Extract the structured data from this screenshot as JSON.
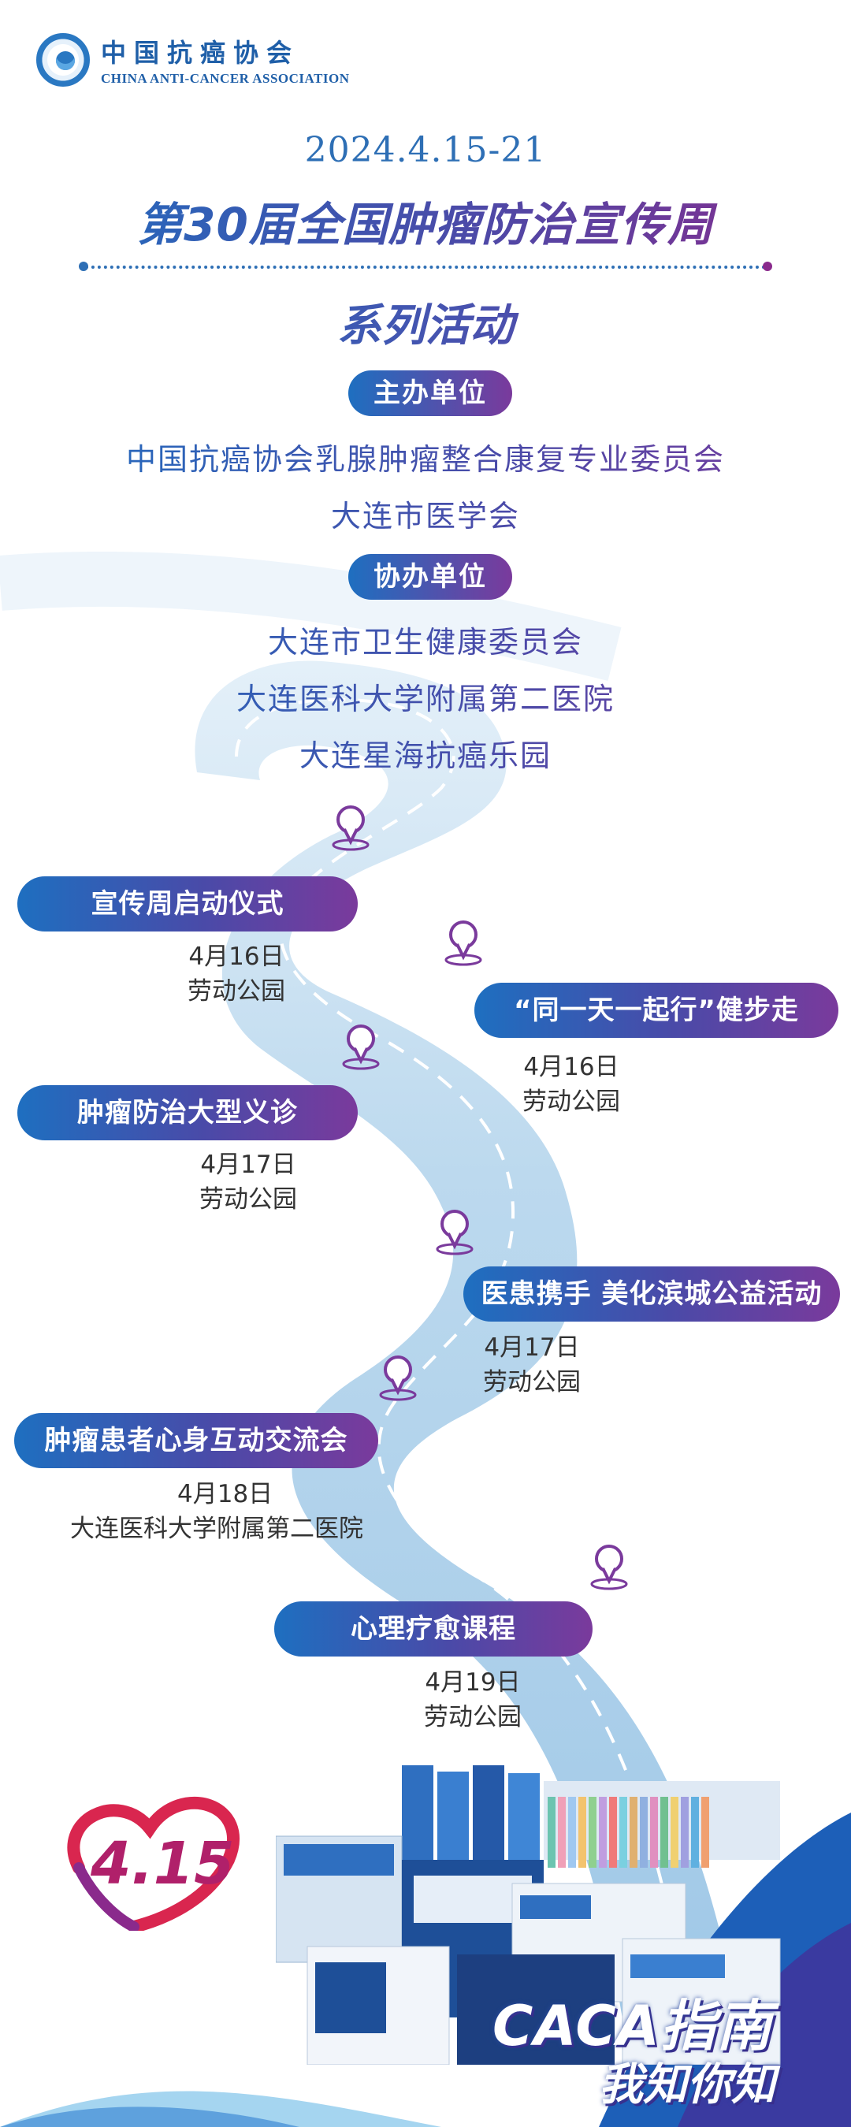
{
  "header": {
    "logo_cn": "中国抗癌协会",
    "logo_en": "CHINA ANTI-CANCER ASSOCIATION"
  },
  "hero": {
    "date": "2024.4.15-21",
    "title": "第30届全国肿瘤防治宣传周",
    "subtitle": "系列活动"
  },
  "organizers": {
    "label": "主办单位",
    "items": [
      "中国抗癌协会乳腺肿瘤整合康复专业委员会",
      "大连市医学会"
    ]
  },
  "co_organizers": {
    "label": "协办单位",
    "items": [
      "大连市卫生健康委员会",
      "大连医科大学附属第二医院",
      "大连星海抗癌乐园"
    ]
  },
  "events": [
    {
      "title": "宣传周启动仪式",
      "date": "4月16日",
      "place": "劳动公园"
    },
    {
      "title": "“同一天一起行”健步走",
      "date": "4月16日",
      "place": "劳动公园"
    },
    {
      "title": "肿瘤防治大型义诊",
      "date": "4月17日",
      "place": "劳动公园"
    },
    {
      "title": "医患携手 美化滨城公益活动",
      "date": "4月17日",
      "place": "劳动公园"
    },
    {
      "title": "肿瘤患者心身互动交流会",
      "date": "4月18日",
      "place": "大连医科大学附属第二医院"
    },
    {
      "title": "心理疗愈课程",
      "date": "4月19日",
      "place": "劳动公园"
    }
  ],
  "footer": {
    "badge": "4.15",
    "slogan_line1": "CACA指南",
    "slogan_line2": "我知你知"
  },
  "colors": {
    "blue": "#1e6fc0",
    "purple": "#7a3a9c",
    "road": "#bcd9ee"
  }
}
